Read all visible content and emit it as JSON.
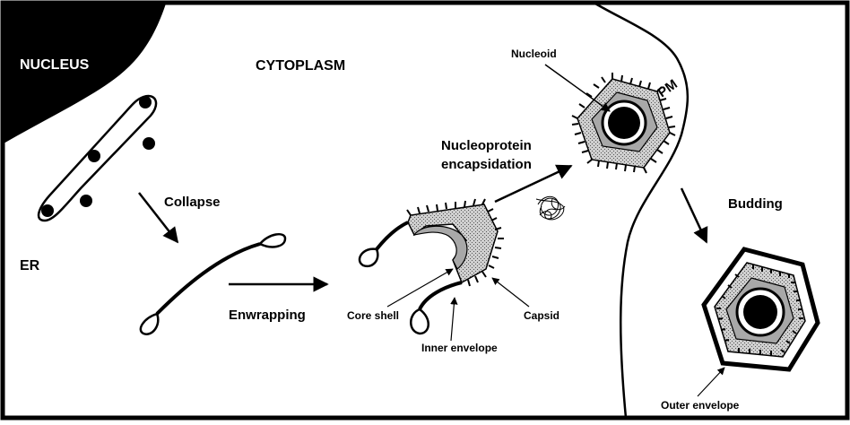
{
  "labels": {
    "nucleus": "NUCLEUS",
    "cytoplasm": "CYTOPLASM",
    "er": "ER",
    "collapse": "Collapse",
    "enwrapping": "Enwrapping",
    "nucleoprotein_line1": "Nucleoprotein",
    "nucleoprotein_line2": "encapsidation",
    "nucleoid": "Nucleoid",
    "pm": "PM",
    "budding": "Budding",
    "core_shell": "Core shell",
    "inner_envelope": "Inner envelope",
    "capsid": "Capsid",
    "outer_envelope": "Outer envelope"
  },
  "colors": {
    "line": "#000000",
    "background": "#ffffff",
    "core_shell_fill": "#b8b8b8",
    "nucleoid_fill": "#000000"
  }
}
